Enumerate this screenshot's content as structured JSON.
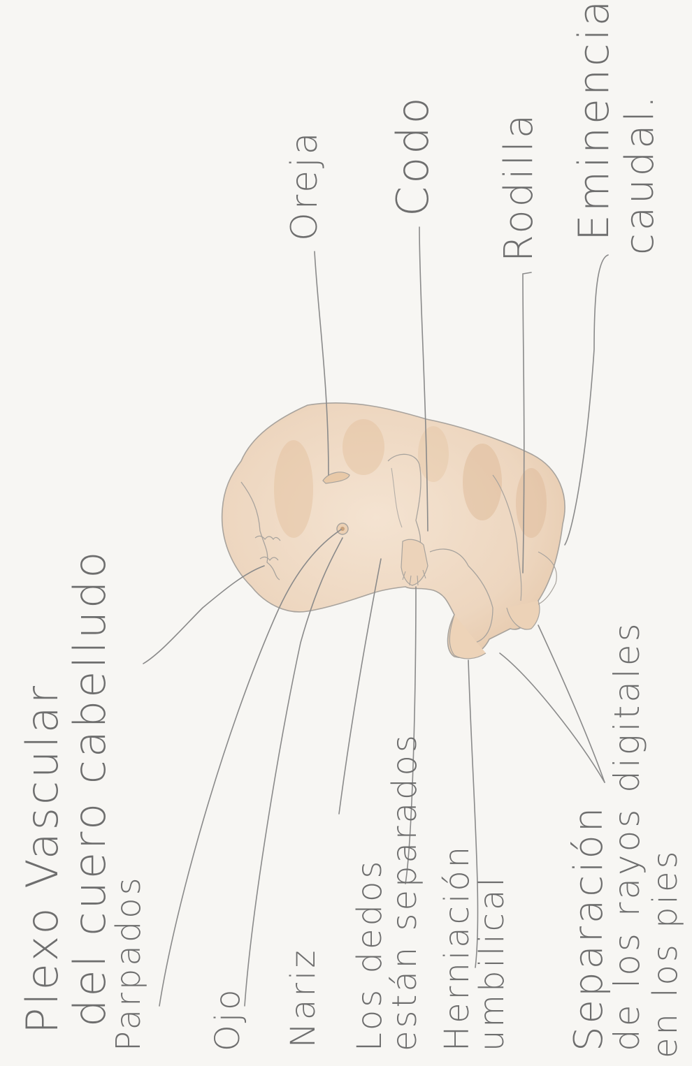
{
  "diagram": {
    "labels": {
      "plexo_line1": "Plexo Vascular",
      "plexo_line2": "del cuero cabelludo",
      "parpados": "Parpados",
      "ojo": "Ojo",
      "nariz": "Nariz",
      "dedos_line1": "Los dedos",
      "dedos_line2": "están separados",
      "herniacion_line1": "Herniación",
      "herniacion_line2": "umbilical",
      "separacion_line1": "Separación",
      "separacion_line2": "de los rayos digitales",
      "separacion_line3": "en los pies",
      "oreja": "Oreja",
      "codo": "Codo",
      "rodilla": "Rodilla",
      "eminencia_line1": "Eminencia",
      "eminencia_line2": "caudal."
    },
    "colors": {
      "paper": "#f7f6f3",
      "pencil": "#6e6e6e",
      "body_fill": "#eed9c3",
      "body_shade": "#ddb796"
    }
  }
}
